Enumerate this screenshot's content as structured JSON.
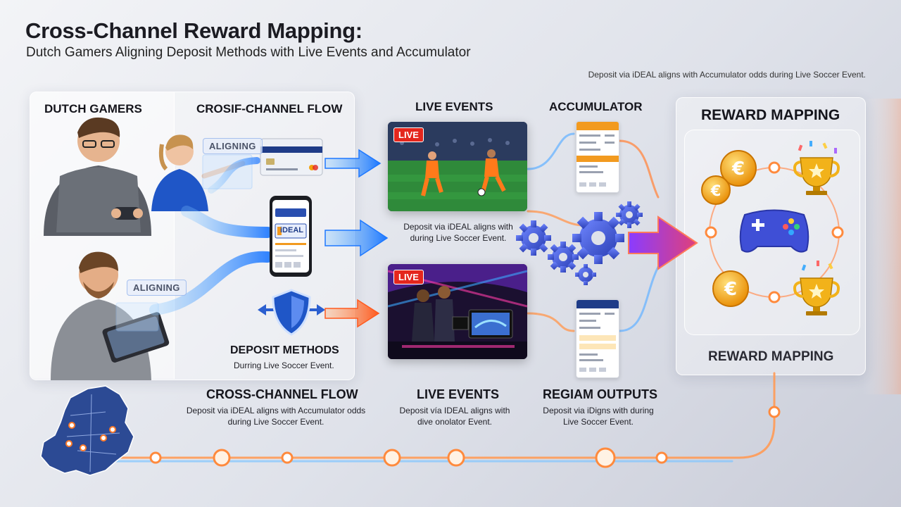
{
  "header": {
    "title": "Cross-Channel Reward Mapping:",
    "subtitle": "Dutch Gamers Aligning Deposit Methods with Live Events and Accumulator",
    "top_note": "Deposit via iDEAL aligns with Accumulator odds during Live Soccer Event."
  },
  "left_panel": {
    "gamers_label": "DUTCH GAMERS",
    "flow_label": "CROSIF-CHANNEL FLOW",
    "aligning_1": "ALIGNING",
    "aligning_2": "ALIGNING",
    "ideal_label": "iDEAL",
    "deposit_label": "DEPOSIT METHODS",
    "deposit_caption": "Durring Live Soccer Event."
  },
  "live_events": {
    "label": "LIVE EVENTS",
    "badge_1": "LIVE",
    "badge_2": "LIVE",
    "caption": "Deposit via iDEAL aligns with during Live Soccer Event."
  },
  "accumulator": {
    "label": "ACCUMULATOR"
  },
  "reward": {
    "label_top": "REWARD MAPPING",
    "label_bottom": "REWARD MAPPING"
  },
  "bottom": {
    "col1_title": "CROSS-CHANNEL FLOW",
    "col1_text": "Deposit via iDEAL aligns with Accumulator odds during Live Soccer Event.",
    "col2_title": "LIVE EVENTS",
    "col2_text": "Deposit vía IDEAL aligns with dive onolator Event.",
    "col3_title": "REGIAM OUTPUTS",
    "col3_text": "Deposit via iDigns with during Live Soccer Event."
  },
  "colors": {
    "blue_flow": "#1e78ff",
    "orange_flow": "#ff7a2a",
    "purple": "#6a2fc9",
    "coin": "#f2a20f"
  },
  "icons": [
    "gamer-person",
    "credit-card-icon",
    "phone-icon",
    "shield-icon",
    "gear-icon",
    "gamepad-icon",
    "euro-coin-icon",
    "trophy-icon",
    "netherlands-map-icon"
  ]
}
